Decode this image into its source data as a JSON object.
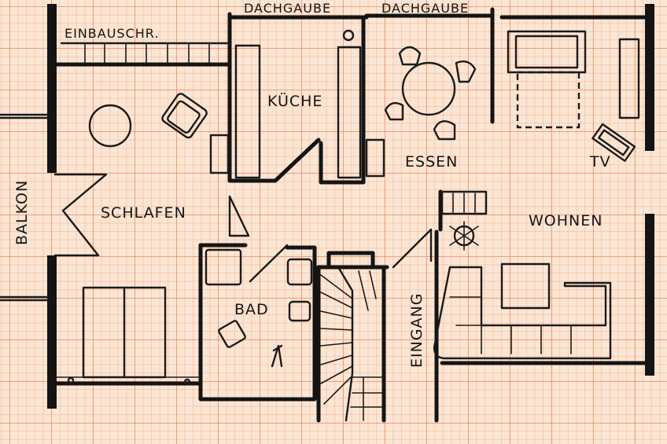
{
  "labels": {
    "einbauschr": "EINBAUSCHR.",
    "dachgaube_1": "DACHGAUBE",
    "dachgaube_2": "DACHGAUBE",
    "kueche": "KÜCHE",
    "essen": "ESSEN",
    "tv": "TV",
    "wohnen": "WOHNEN",
    "schlafen": "SCHLAFEN",
    "balkon": "BALKON",
    "bad": "BAD",
    "eingang": "EINGANG"
  },
  "colors": {
    "paper": "#fbe6d4",
    "grid": "#e87850",
    "ink": "#141414"
  }
}
